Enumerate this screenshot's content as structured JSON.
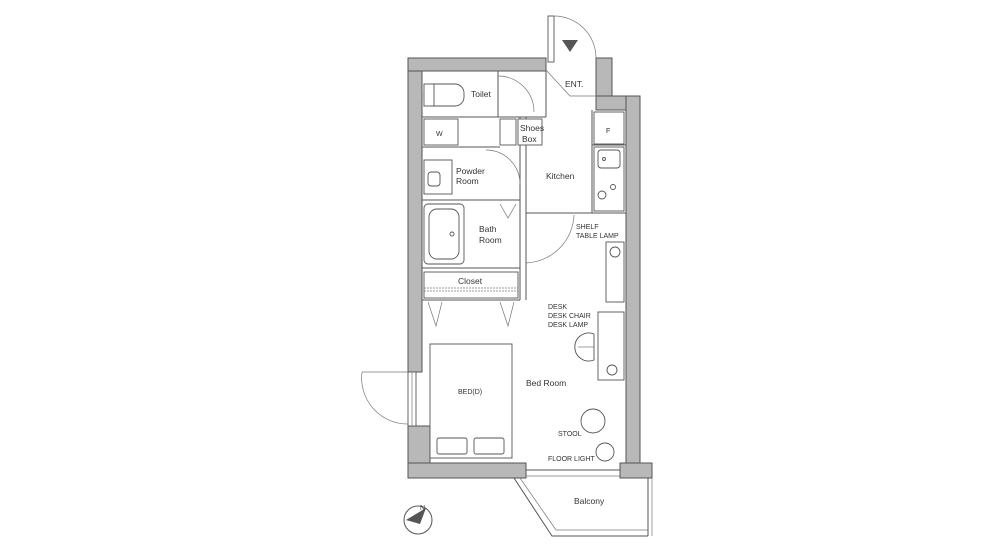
{
  "rooms": {
    "entrance": "ENT.",
    "toilet": "Toilet",
    "shoes_box_line1": "Shoes",
    "shoes_box_line2": "Box",
    "washer": "W",
    "fridge": "F",
    "powder_room_line1": "Powder",
    "powder_room_line2": "Room",
    "kitchen": "Kitchen",
    "bath_room_line1": "Bath",
    "bath_room_line2": "Room",
    "closet": "Closet",
    "bed_room": "Bed Room",
    "balcony": "Balcony"
  },
  "furniture": {
    "shelf": "SHELF",
    "table_lamp": "TABLE LAMP",
    "desk": "DESK",
    "desk_chair": "DESK CHAIR",
    "desk_lamp": "DESK LAMP",
    "bed": "BED(D)",
    "stool": "STOOL",
    "floor_light": "FLOOR LIGHT"
  },
  "compass": {
    "label": "N"
  },
  "colors": {
    "wall": "#b8b8b8",
    "line": "#555555",
    "text": "#333333"
  }
}
